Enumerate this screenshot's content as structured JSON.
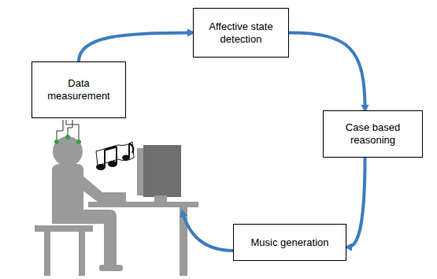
{
  "diagram": {
    "nodes": [
      {
        "text": [
          "Data measurement"
        ]
      },
      {
        "text": [
          "Affective state detection"
        ]
      },
      {
        "text": [
          "Case based reasoning"
        ]
      },
      {
        "text": [
          "Music generation"
        ]
      }
    ],
    "edges": [
      {
        "from": 0,
        "to": 1,
        "arrow": "to"
      },
      {
        "from": 1,
        "to": 2,
        "arrow": "to"
      },
      {
        "from": 2,
        "to": 3,
        "arrow": "to"
      }
    ]
  }
}
